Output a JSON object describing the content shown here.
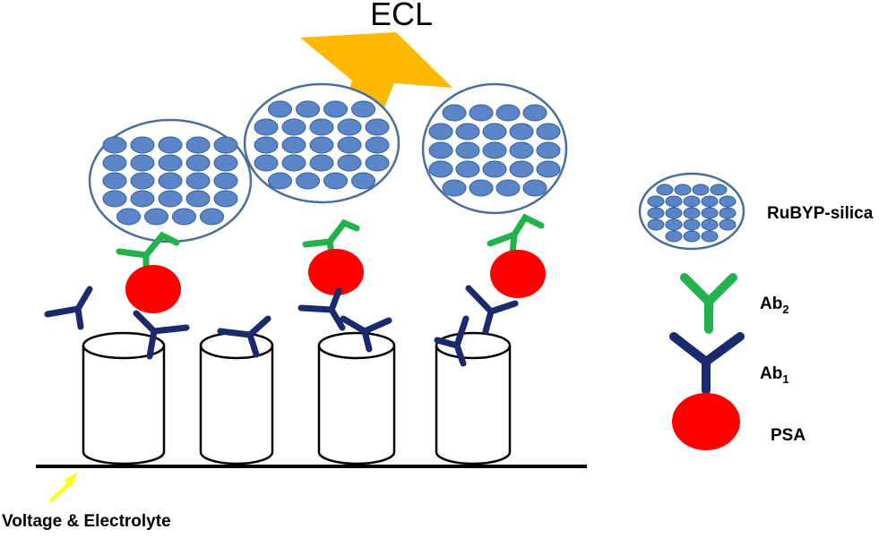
{
  "title": "ECL",
  "legend": {
    "silica_label": "RuBYP-silica",
    "ab2": {
      "base": "Ab",
      "sub": "2"
    },
    "ab1": {
      "base": "Ab",
      "sub": "1"
    },
    "psa_label": "PSA"
  },
  "footer_label": "Voltage & Electrolyte",
  "colors": {
    "ab2": "#22b24c",
    "ab1": "#1a2a6c",
    "psa": "#ff0000",
    "particle_fill": "#5b85c6",
    "particle_stroke": "#2f5f9e",
    "silica_stroke": "#4a6e9a",
    "arrow_ecl": "#ffb800",
    "arrow_voltage": "#ffff00"
  }
}
